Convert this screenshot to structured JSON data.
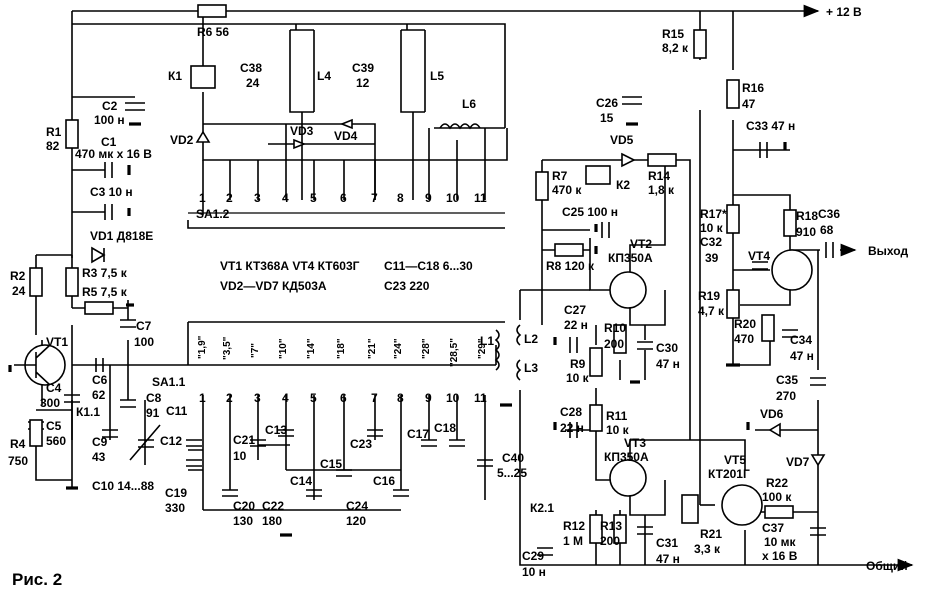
{
  "figure": {
    "caption": "Рис. 2"
  },
  "rails": {
    "plus": "+ 12 В",
    "common": "Общий",
    "output": "Выход"
  },
  "notes": {
    "transistors": "VT1  КТ368А     VT4  КТ603Г",
    "diodes": "VD2—VD7  КД503А",
    "trim": "С11—С18  6...30",
    "c23": "С23  220"
  },
  "labels": [
    "R6 56",
    "К1",
    "С38",
    "24",
    "L4",
    "С39",
    "12",
    "L5",
    "L6",
    "VD2",
    "VD3",
    "VD4",
    "R1",
    "82",
    "С2",
    "100 н",
    "С1",
    "470 мк х 16 В",
    "С3 10 н",
    "VD1  Д818Е",
    "R2",
    "24",
    "R3 7,5 к",
    "R5 7,5 к",
    "С7",
    "100",
    "VT1",
    "С4",
    "300",
    "С6",
    "62",
    "К1.1",
    "SA1.1",
    "С8",
    "91",
    "С5",
    "560",
    "С9",
    "43",
    "R4",
    "750",
    "С10 14...88",
    "SA1.2",
    "1",
    "2",
    "3",
    "4",
    "5",
    "6",
    "7",
    "8",
    "9",
    "10",
    "11",
    "\"1,9\"",
    "\"3,5\"",
    "\"7\"",
    "\"10\"",
    "\"14\"",
    "\"18\"",
    "\"21\"",
    "\"24\"",
    "\"28\"",
    "\"28,5\"",
    "\"29\"",
    "С11",
    "С12",
    "С13",
    "С14",
    "С15",
    "С16",
    "С17",
    "С18",
    "С19",
    "330",
    "С20",
    "130",
    "С21",
    "10",
    "С22",
    "180",
    "С23",
    "С24",
    "120",
    "С40",
    "5...25",
    "L1",
    "L2",
    "L3",
    "R15",
    "8,2 к",
    "С26",
    "15",
    "VD5",
    "R14",
    "1,8 к",
    "R7",
    "470 к",
    "К2",
    "С25  100 н",
    "R8  120 к",
    "VT2",
    "КП350А",
    "С27",
    "22 н",
    "R10",
    "200",
    "R9",
    "10 к",
    "С30",
    "47 н",
    "С28",
    "22 н",
    "R11",
    "10 к",
    "VT3",
    "КП350А",
    "К2.1",
    "R12",
    "1 М",
    "R13",
    "200",
    "С31",
    "47 н",
    "С29",
    "10 н",
    "R21",
    "3,3 к",
    "VT5",
    "КТ201Г",
    "R22",
    "100 к",
    "С37",
    "10 мк",
    "х 16 В",
    "VD7",
    "VD6",
    "R16",
    "47",
    "С33  47 н",
    "R17*",
    "10 к",
    "С32",
    "39",
    "R18",
    "910",
    "VT4",
    "R19",
    "4,7 к",
    "R20",
    "470",
    "С34",
    "47 н",
    "С35",
    "270",
    "С36",
    "68"
  ]
}
